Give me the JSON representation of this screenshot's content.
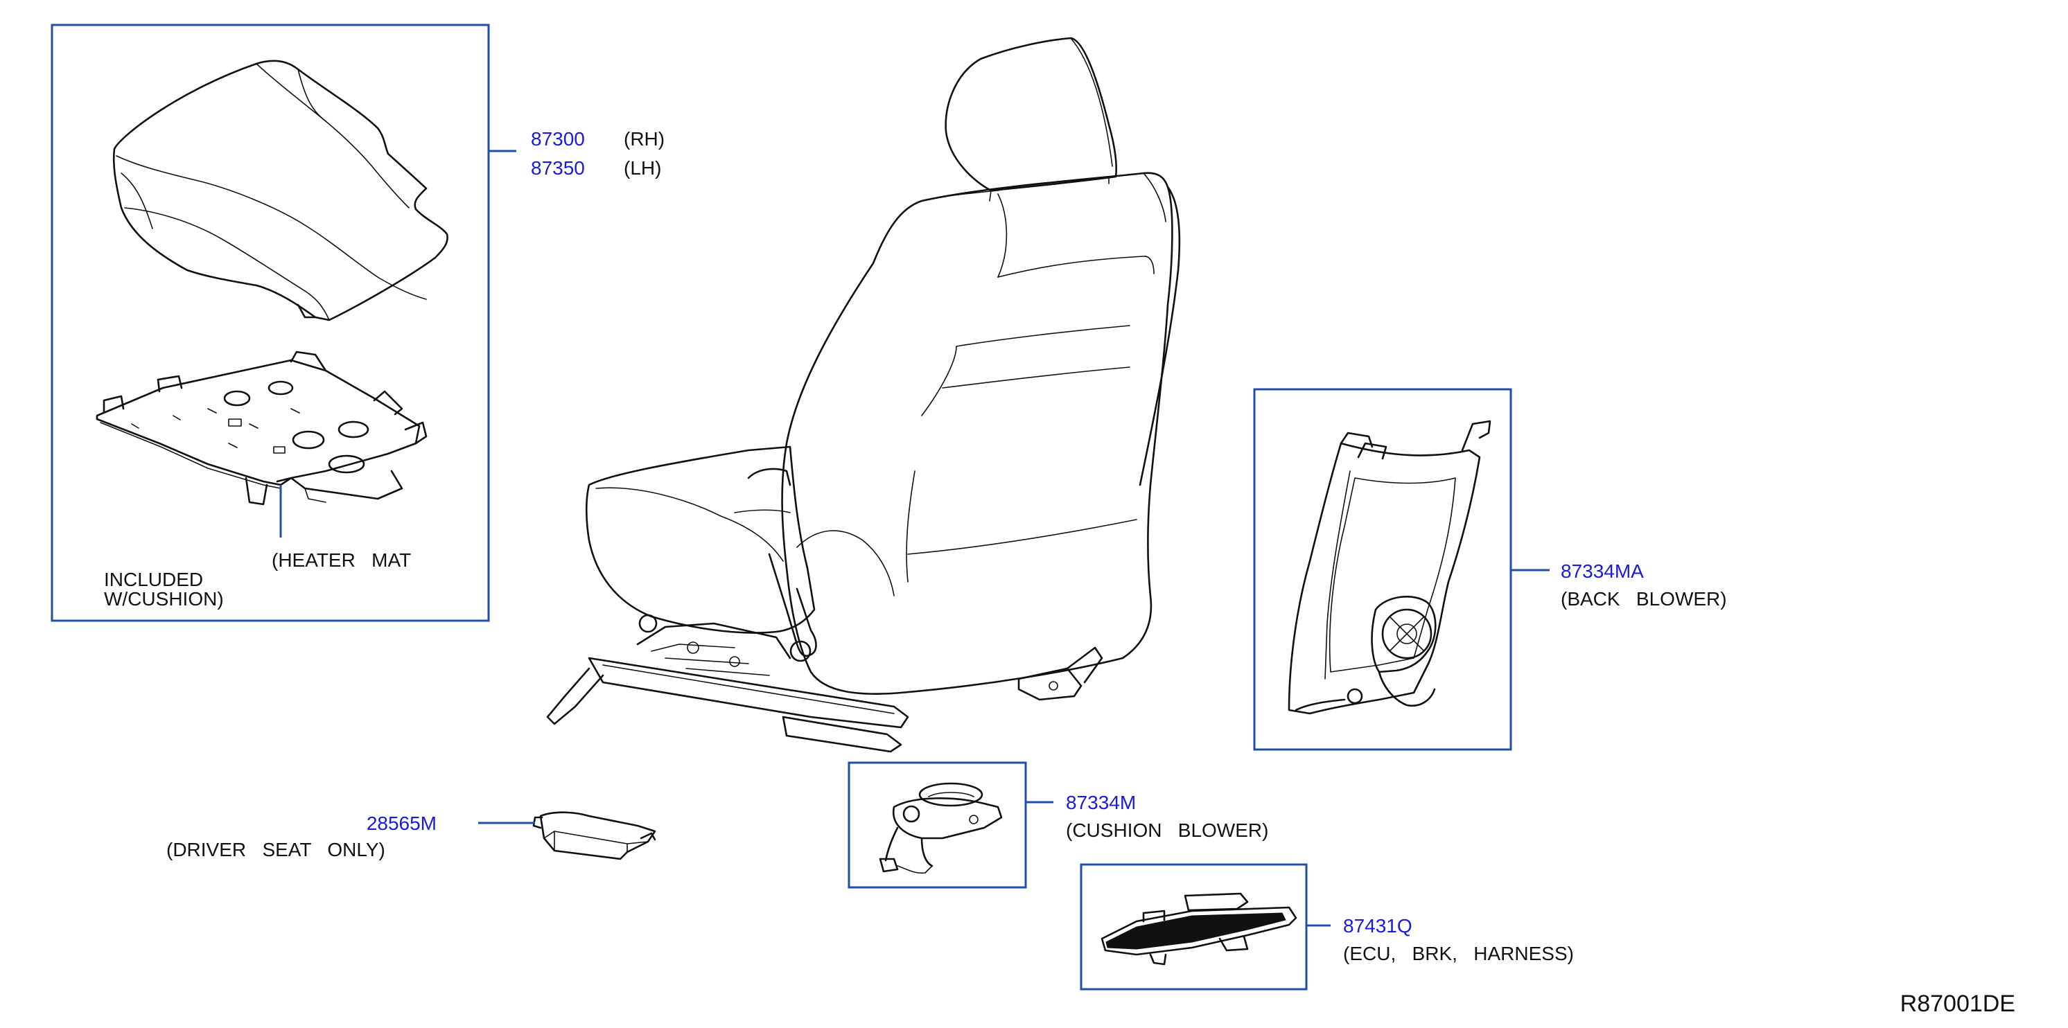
{
  "colors": {
    "part_number": "#1a1adb",
    "box_outline": "#1f4fa8",
    "line_art": "#111111",
    "background": "#ffffff"
  },
  "callouts": {
    "cushion_rh": {
      "part_no": "87300",
      "desc": "(RH)"
    },
    "cushion_lh": {
      "part_no": "87350",
      "desc": "(LH)"
    },
    "heater_mat": {
      "desc": "(HEATER   MAT"
    },
    "included": {
      "line1": "INCLUDED",
      "line2": "W/CUSHION)"
    },
    "back_blower": {
      "part_no": "87334MA",
      "desc": "(BACK   BLOWER)"
    },
    "cushion_blower": {
      "part_no": "87334M",
      "desc": "(CUSHION   BLOWER)"
    },
    "ecu": {
      "part_no": "87431Q",
      "desc": "(ECU,   BRK,   HARNESS)"
    },
    "driver_module": {
      "part_no": "28565M",
      "desc": "(DRIVER   SEAT   ONLY)"
    }
  },
  "reference_code": "R87001DE"
}
